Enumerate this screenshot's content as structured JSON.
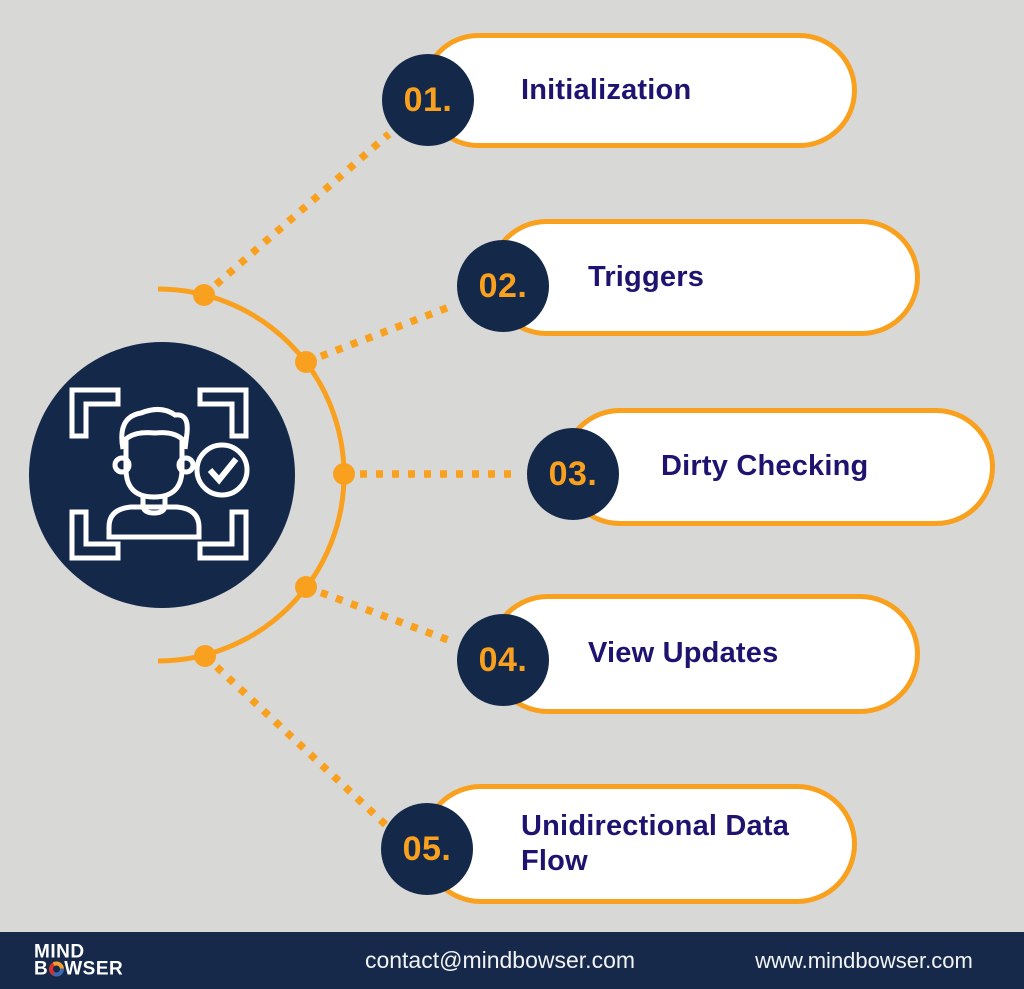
{
  "title": "Angular change detection steps infographic",
  "colors": {
    "bg": "#d8d8d6",
    "navy": "#14294a",
    "orange": "#f9a11f",
    "ink": "#1e1470",
    "white": "#ffffff"
  },
  "hub": {
    "icon": "face-recognition-icon"
  },
  "steps": [
    {
      "number": "01.",
      "label": "Initialization"
    },
    {
      "number": "02.",
      "label": "Triggers"
    },
    {
      "number": "03.",
      "label": "Dirty Checking"
    },
    {
      "number": "04.",
      "label": "View Updates"
    },
    {
      "number": "05.",
      "label": "Unidirectional Data Flow"
    }
  ],
  "footer": {
    "logo_line1": "MIND",
    "logo_b": "B",
    "logo_rest": "WSER",
    "logo_o_icon": "logo-o-swirl-icon",
    "email": "contact@mindbowser.com",
    "website": "www.mindbowser.com"
  }
}
